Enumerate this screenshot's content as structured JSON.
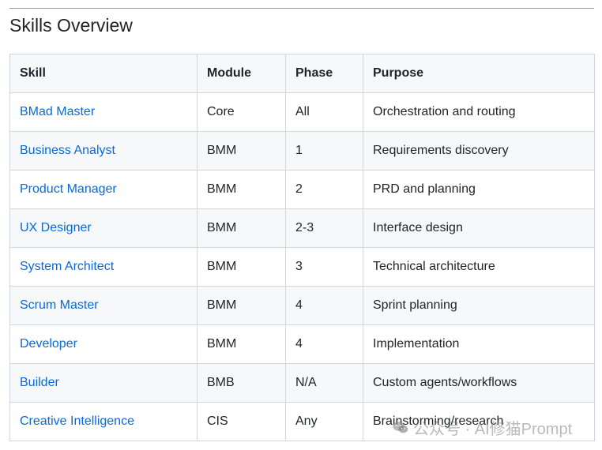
{
  "page": {
    "title": "Skills Overview"
  },
  "table": {
    "headers": {
      "skill": "Skill",
      "module": "Module",
      "phase": "Phase",
      "purpose": "Purpose"
    },
    "rows": [
      {
        "skill": "BMad Master",
        "module": "Core",
        "phase": "All",
        "purpose": "Orchestration and routing"
      },
      {
        "skill": "Business Analyst",
        "module": "BMM",
        "phase": "1",
        "purpose": "Requirements discovery"
      },
      {
        "skill": "Product Manager",
        "module": "BMM",
        "phase": "2",
        "purpose": "PRD and planning"
      },
      {
        "skill": "UX Designer",
        "module": "BMM",
        "phase": "2-3",
        "purpose": "Interface design"
      },
      {
        "skill": "System Architect",
        "module": "BMM",
        "phase": "3",
        "purpose": "Technical architecture"
      },
      {
        "skill": "Scrum Master",
        "module": "BMM",
        "phase": "4",
        "purpose": "Sprint planning"
      },
      {
        "skill": "Developer",
        "module": "BMM",
        "phase": "4",
        "purpose": "Implementation"
      },
      {
        "skill": "Builder",
        "module": "BMB",
        "phase": "N/A",
        "purpose": "Custom agents/workflows"
      },
      {
        "skill": "Creative Intelligence",
        "module": "CIS",
        "phase": "Any",
        "purpose": "Brainstorming/research"
      }
    ]
  },
  "watermark": {
    "text": "公众号 · AI修猫Prompt",
    "icon": "wechat-icon"
  },
  "colors": {
    "link": "#0969da",
    "header_bg": "#f6f8fa",
    "stripe_bg": "#f6f8fa",
    "border": "#d0d7de",
    "text": "#1f2328"
  }
}
